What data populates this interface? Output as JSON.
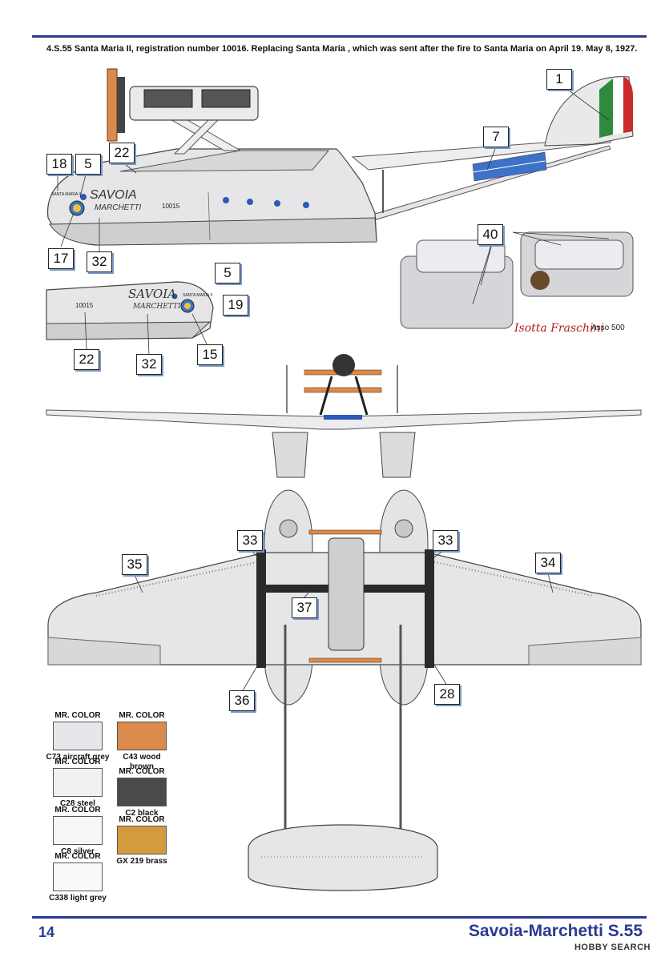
{
  "caption": "4.S.55 Santa Maria II, registration number 10016. Replacing Santa Maria , which was sent after the fire to Santa Maria  on April 19. May 8, 1927.",
  "hull_markings": {
    "brand_top": "SAVOIA",
    "brand_bottom": "MARCHETTI",
    "serial": "10015",
    "name": "SANTA MARIA II"
  },
  "callouts": [
    "1",
    "7",
    "18",
    "5",
    "22",
    "17",
    "32",
    "40",
    "5",
    "19",
    "22",
    "32",
    "15",
    "33",
    "33",
    "35",
    "34",
    "37",
    "36",
    "28"
  ],
  "engine": {
    "brand": "Isotta Fraschini",
    "model": "Asso 500"
  },
  "swatches": [
    {
      "header": "MR. COLOR",
      "name": "C73 aircraft grey",
      "color": "#e6e7ea"
    },
    {
      "header": "MR. COLOR",
      "name": "C28 steel",
      "color": "#eef0f2"
    },
    {
      "header": "MR. COLOR",
      "name": "C8 silver",
      "color": "#f6f6f7"
    },
    {
      "header": "MR. COLOR",
      "name": "C338 light grey",
      "color": "#fafafa"
    },
    {
      "header": "MR. COLOR",
      "name": "C43 wood brown",
      "color": "#d98a4c"
    },
    {
      "header": "MR. COLOR",
      "name": "C2 black",
      "color": "#4a4a4a"
    },
    {
      "header": "MR. COLOR",
      "name": "GX 219 brass",
      "color": "#d49a3d"
    }
  ],
  "footer": {
    "page": "14",
    "title": "Savoia-Marchetti S.55",
    "watermark": "HOBBY SEARCH"
  },
  "colors": {
    "accent": "#2b3a8f",
    "callout_shadow": "#7a9ac8"
  }
}
